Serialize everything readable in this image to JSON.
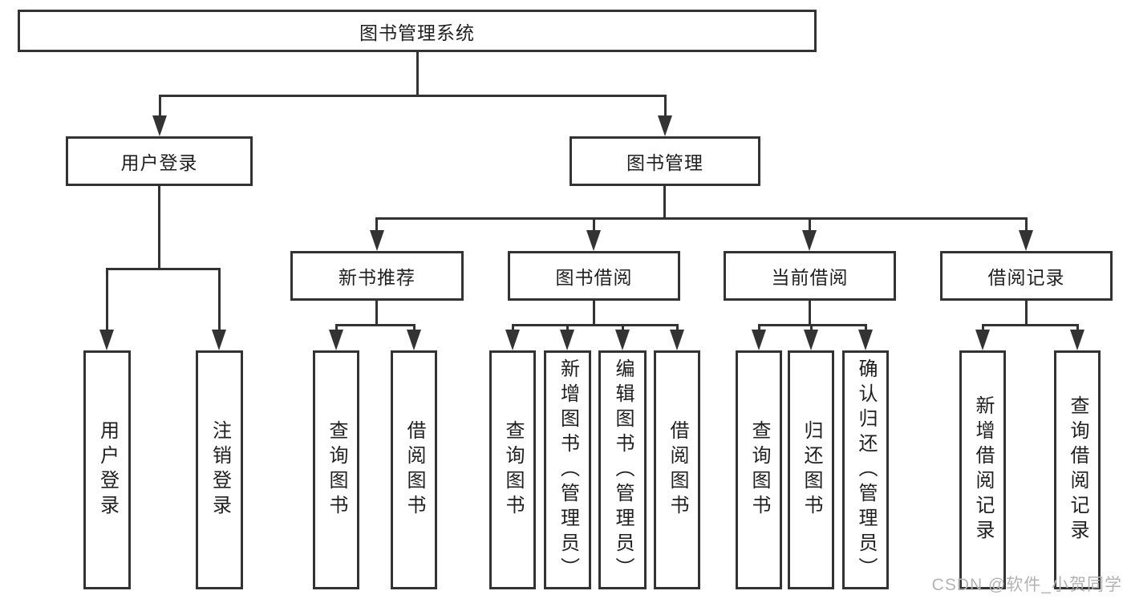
{
  "diagram": {
    "root": "图书管理系统",
    "level2": [
      "用户登录",
      "图书管理"
    ],
    "level3": [
      "新书推荐",
      "图书借阅",
      "当前借阅",
      "借阅记录"
    ],
    "leaves": [
      "用户登录",
      "注销登录",
      "查询图书",
      "借阅图书",
      "查询图书",
      "新增图书（管理员）",
      "编辑图书（管理员）",
      "借阅图书",
      "查询图书",
      "归还图书",
      "确认归还（管理员）",
      "新增借阅记录",
      "查询借阅记录"
    ]
  },
  "watermark": "CSDN @软件_小贺同学",
  "colors": {
    "line": "#333333",
    "text": "#1f1f1f",
    "watermark": "#b3b3b3",
    "background": "#ffffff"
  }
}
